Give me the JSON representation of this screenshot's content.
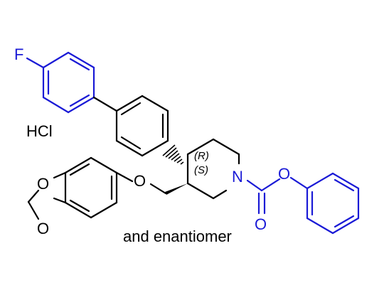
{
  "atoms": {
    "fluorine": "F",
    "salt": "HCl",
    "oxygen": "O",
    "nitrogen": "N"
  },
  "stereo": {
    "r": "(R)",
    "s": "(S)"
  },
  "caption": "and enantiomer",
  "colors": {
    "highlight": "#1a1ad6",
    "bond": "#000000"
  }
}
